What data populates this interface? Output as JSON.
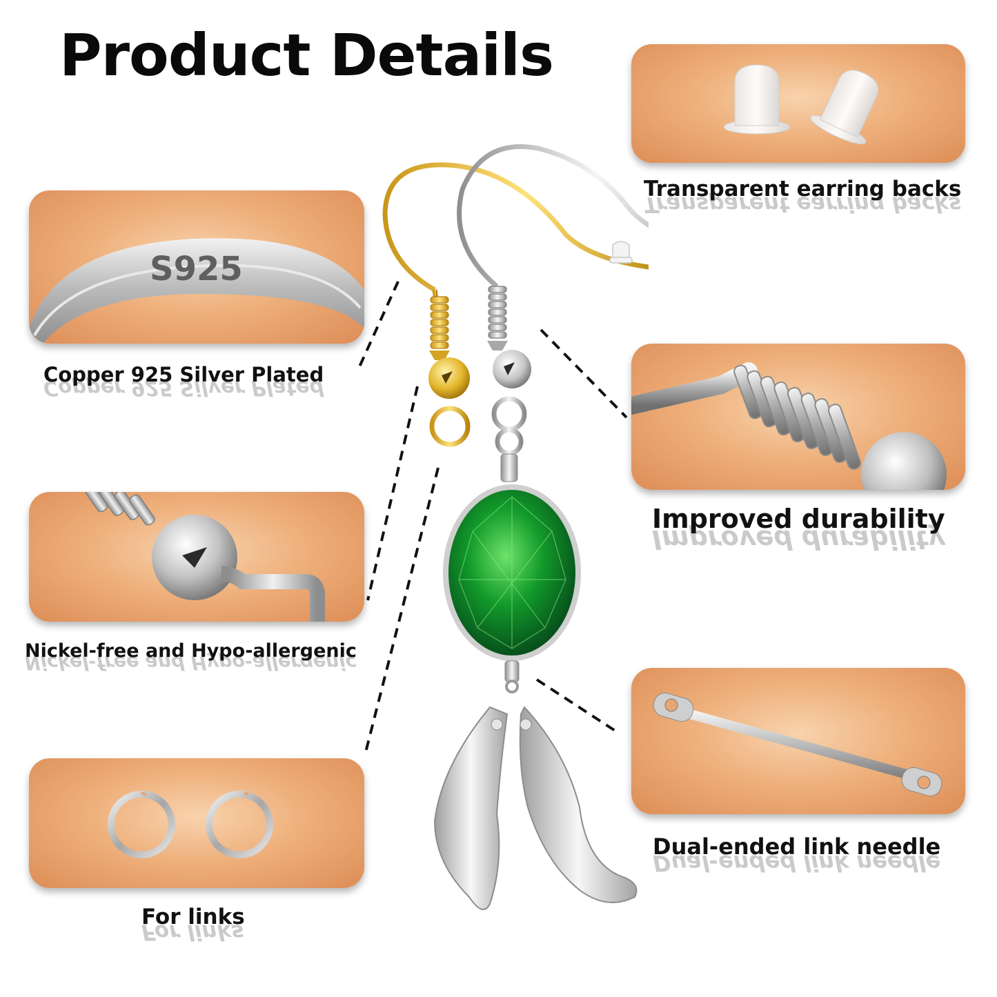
{
  "header": {
    "title": "Product Details"
  },
  "features": {
    "backs": {
      "label": "Transparent earring backs"
    },
    "silver": {
      "label": "Copper 925 Silver Plated",
      "stamp": "S925"
    },
    "durability": {
      "label": "Improved durability"
    },
    "nickel": {
      "label": "Nickel-free and Hypo-allergenic"
    },
    "needle": {
      "label": "Dual-ended link needle"
    },
    "links": {
      "label": "For links"
    }
  },
  "colors": {
    "panel": "#eeb07c",
    "gem": "#129a2a",
    "gold": "#e3b52b",
    "silver": "#c8c8c8"
  }
}
